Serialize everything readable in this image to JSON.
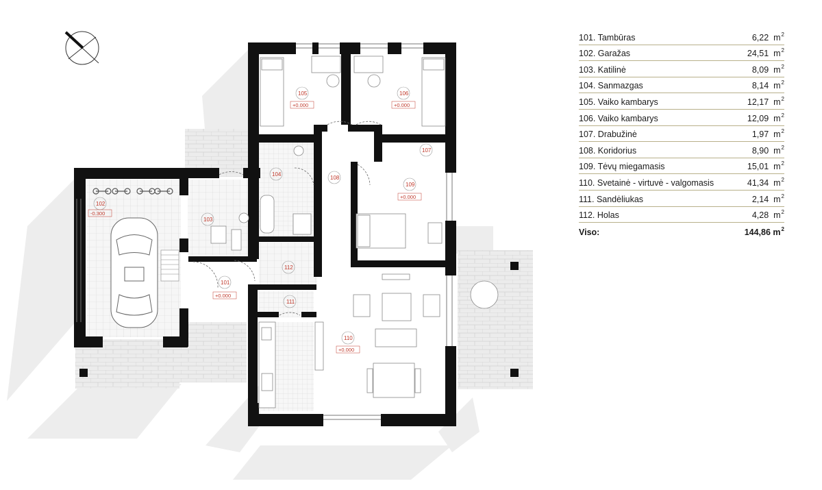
{
  "rooms": [
    {
      "name": "101. Tambūras",
      "area": "6,22",
      "unit": "m",
      "sup": "2"
    },
    {
      "name": "102. Garažas",
      "area": "24,51",
      "unit": "m",
      "sup": "2"
    },
    {
      "name": "103. Katilinė",
      "area": "8,09",
      "unit": "m",
      "sup": "2"
    },
    {
      "name": "104. Sanmazgas",
      "area": "8,14",
      "unit": "m",
      "sup": "2"
    },
    {
      "name": "105. Vaiko kambarys",
      "area": "12,17",
      "unit": "m",
      "sup": "2"
    },
    {
      "name": "106. Vaiko kambarys",
      "area": "12,09",
      "unit": "m",
      "sup": "2"
    },
    {
      "name": "107. Drabužinė",
      "area": "1,97",
      "unit": "m",
      "sup": "2"
    },
    {
      "name": "108. Koridorius",
      "area": "8,90",
      "unit": "m",
      "sup": "2"
    },
    {
      "name": "109. Tėvų miegamasis",
      "area": "15,01",
      "unit": "m",
      "sup": "2"
    },
    {
      "name": "110. Svetainė - virtuvė - valgomasis",
      "area": "41,34",
      "unit": "m",
      "sup": "2"
    },
    {
      "name": "111. Sandėliukas",
      "area": "2,14",
      "unit": "m",
      "sup": "2"
    },
    {
      "name": "112. Holas",
      "area": "4,28",
      "unit": "m",
      "sup": "2"
    }
  ],
  "total": {
    "label": "Viso:",
    "area": "144,86",
    "unit": "m",
    "sup": "2"
  },
  "plan_labels": {
    "r101": "101",
    "r102": "102",
    "r103": "103",
    "r104": "104",
    "r105": "105",
    "r106": "106",
    "r107": "107",
    "r108": "108",
    "r109": "109",
    "r110": "110",
    "r111": "111",
    "r112": "112",
    "lvl101": "+0.000",
    "lvl102": "-0.300",
    "lvl105": "+0.000",
    "lvl106": "+0.000",
    "lvl109": "+0.000",
    "lvl110": "+0.000"
  },
  "colors": {
    "wall": "#111111",
    "label": "#c0392b",
    "divider": "#b8b08a",
    "paving": "#e4e4e4",
    "shadow": "#e9e9e9"
  }
}
